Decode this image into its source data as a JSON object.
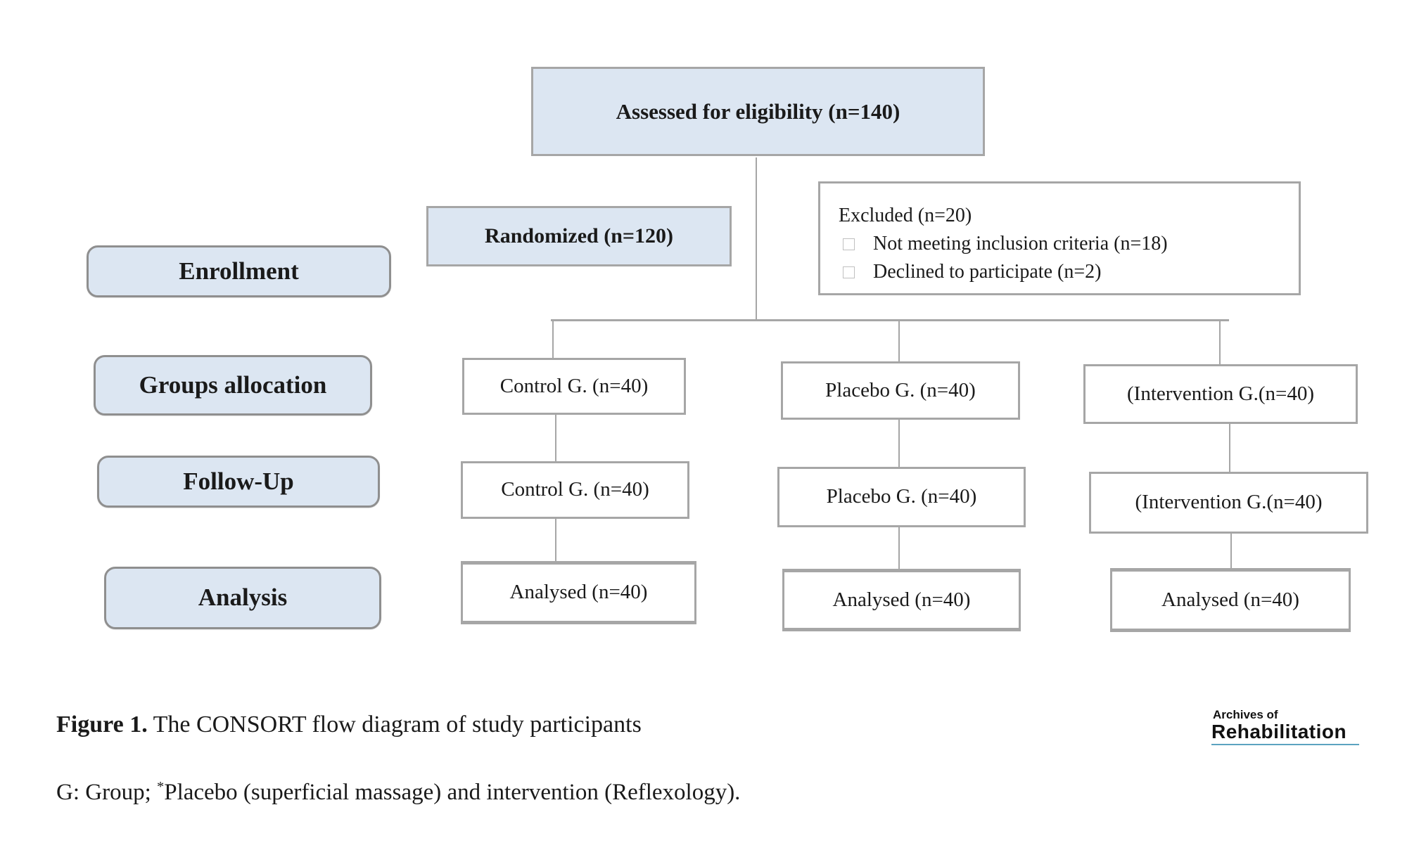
{
  "diagram": {
    "assessed": "Assessed for eligibility (n=140)",
    "randomized": "Randomized (n=120)",
    "excluded": {
      "title": "Excluded (n=20)",
      "items": [
        "Not meeting inclusion criteria (n=18)",
        "Declined to participate (n=2)"
      ]
    },
    "stage_labels": {
      "enrollment": "Enrollment",
      "allocation": "Groups allocation",
      "followup": "Follow-Up",
      "analysis": "Analysis"
    },
    "allocation_row": [
      "Control G. (n=40)",
      "Placebo G. (n=40)",
      "(Intervention G.(n=40)"
    ],
    "followup_row": [
      "Control G. (n=40)",
      "Placebo G. (n=40)",
      "(Intervention G.(n=40)"
    ],
    "analysis_row": [
      "Analysed (n=40)",
      "Analysed (n=40)",
      "Analysed (n=40)"
    ]
  },
  "caption": {
    "label": "Figure 1.",
    "text": " The CONSORT flow diagram of study participants"
  },
  "footnote": {
    "prefix": "G: Group; ",
    "asterisk": "*",
    "text": "Placebo (superficial massage) and intervention (Reflexology)."
  },
  "logo": {
    "line1": "Archives of",
    "line2": "Rehabilitation"
  },
  "colors": {
    "box_fill": "#dce6f2",
    "box_border": "#a6a6a6",
    "stage_border": "#8f8f8f",
    "connector": "#a6a6a6",
    "logo_underline": "#5ba3c0",
    "text": "#1a1a1a"
  }
}
